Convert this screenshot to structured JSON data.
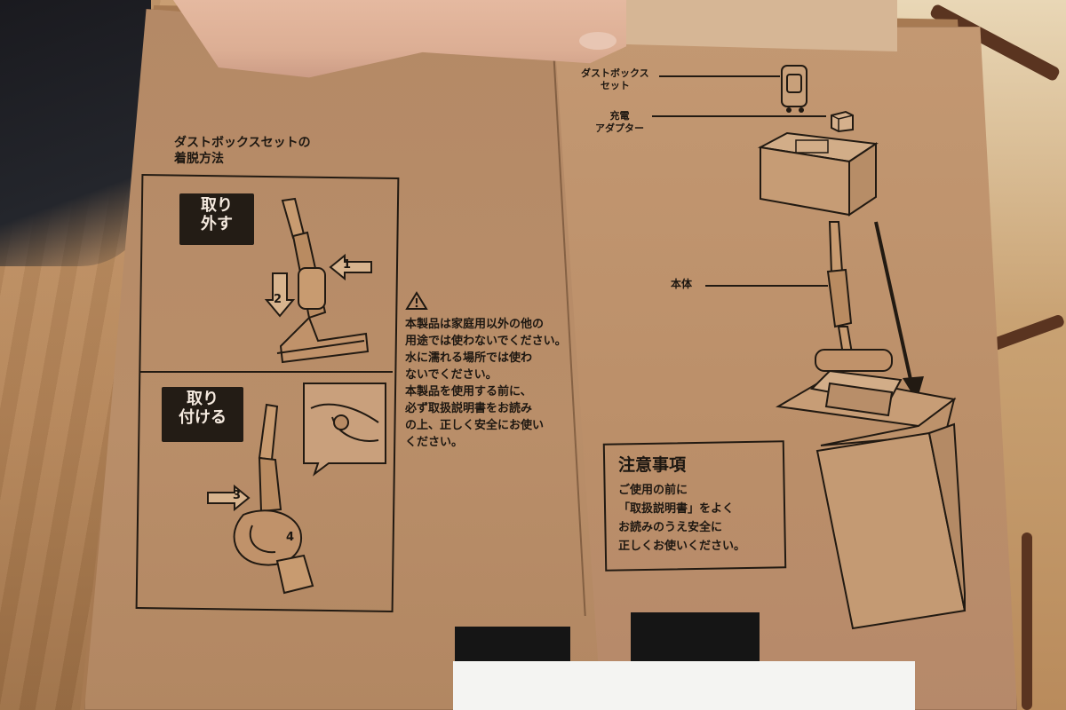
{
  "left_panel": {
    "heading": [
      "ダストボックスセットの",
      "着脱方法"
    ],
    "remove_label": [
      "取り",
      "外す"
    ],
    "attach_label": [
      "取り",
      "付ける"
    ],
    "steps": [
      "1",
      "2",
      "3",
      "4"
    ]
  },
  "warning": {
    "lines": [
      "本製品は家庭用以外の他の",
      "用途では使わないでください。",
      "水に濡れる場所では使わ",
      "ないでください。",
      "本製品を使用する前に、",
      "必ず取扱説明書をお読み",
      "の上、正しく安全にお使い",
      "ください。"
    ]
  },
  "contents": {
    "dustbox_set": [
      "ダストボックス",
      "セット"
    ],
    "adapter": [
      "充電",
      "アダプター"
    ],
    "body": "本体"
  },
  "caution": {
    "title": "注意事項",
    "lines": [
      "ご使用の前に",
      "「取扱説明書」をよく",
      "お読みのうえ安全に",
      "正しくお使いください。"
    ]
  }
}
